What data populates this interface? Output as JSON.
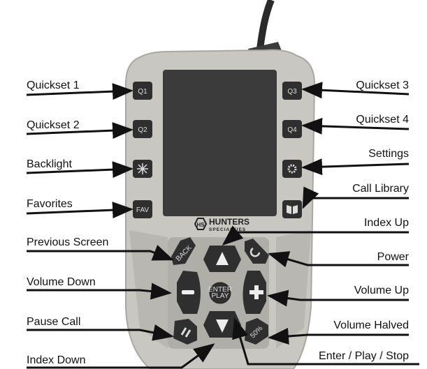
{
  "brand": {
    "name": "HUNTERS",
    "sub": "SPECIALTIES",
    "logo_initials": "HS"
  },
  "buttons": {
    "q1": "Q1",
    "q2": "Q2",
    "q3": "Q3",
    "q4": "Q4",
    "fav": "FAV",
    "back": "BACK",
    "enter_line1": "ENTER",
    "enter_line2": "PLAY",
    "half": "50%"
  },
  "labels_left": [
    "Quickset 1",
    "Quickset 2",
    "Backlight",
    "Favorites",
    "Previous Screen",
    "Volume Down",
    "Pause Call",
    "Index Down"
  ],
  "labels_right": [
    "Quickset 3",
    "Quickset 4",
    "Settings",
    "Call Library",
    "Index Up",
    "Power",
    "Volume Up",
    "Volume Halved",
    "Enter / Play / Stop"
  ],
  "colors": {
    "body": "#c9c7c1",
    "screen": "#3b3b3b",
    "button": "#2f2f2f",
    "arrow": "#111111"
  }
}
